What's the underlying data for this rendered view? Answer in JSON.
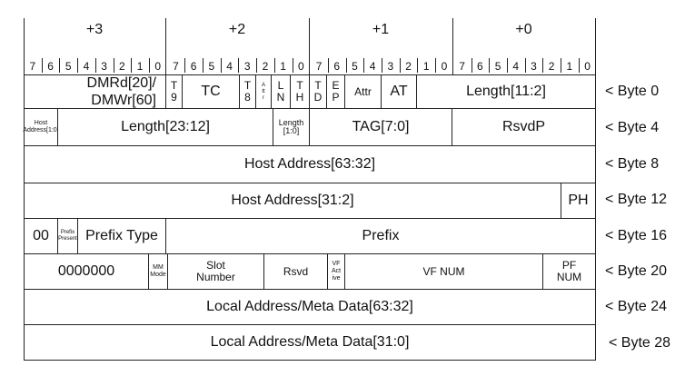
{
  "header": {
    "byte_groups": [
      "+3",
      "+2",
      "+1",
      "+0"
    ],
    "bits": [
      "7",
      "6",
      "5",
      "4",
      "3",
      "2",
      "1",
      "0"
    ]
  },
  "rows": {
    "r0": {
      "dmrd_line1": "DMRd[20]/",
      "dmrd_line2": "DMWr[60]",
      "t9_top": "T",
      "t9_bot": "9",
      "tc": "TC",
      "t8_top": "T",
      "t8_bot": "8",
      "attr_small": [
        "A",
        "tt",
        "r"
      ],
      "ln_top": "L",
      "ln_bot": "N",
      "th_top": "T",
      "th_bot": "H",
      "td_top": "T",
      "td_bot": "D",
      "ep_top": "E",
      "ep_bot": "P",
      "attr": "Attr",
      "at": "AT",
      "length": "Length[11:2]"
    },
    "r1": {
      "host_addr_small_1": "Host",
      "host_addr_small_2": "Address[1:0]",
      "length": "Length[23:12]",
      "length10_1": "Length",
      "length10_2": "[1:0]",
      "tag": "TAG[7:0]",
      "rsvdp": "RsvdP"
    },
    "r2": {
      "host_addr_hi": "Host Address[63:32]"
    },
    "r3": {
      "host_addr_lo": "Host Address[31:2]",
      "ph": "PH"
    },
    "r4": {
      "zeros": "00",
      "prefix_present_1": "Prefix",
      "prefix_present_2": "Present",
      "prefix_type": "Prefix Type",
      "prefix": "Prefix"
    },
    "r5": {
      "zeros": "0000000",
      "mm_mode_1": "MM",
      "mm_mode_2": "Mode",
      "slot_1": "Slot",
      "slot_2": "Number",
      "rsvd": "Rsvd",
      "vf_active_1": "VF",
      "vf_active_2": "Act",
      "vf_active_3": "ive",
      "vf_num": "VF NUM",
      "pf_num_1": "PF",
      "pf_num_2": "NUM"
    },
    "r6": {
      "local_hi": "Local Address/Meta Data[63:32]"
    },
    "r7": {
      "local_lo": "Local Address/Meta Data[31:0]"
    }
  },
  "byte_labels": [
    "< Byte 0",
    "< Byte 4",
    "< Byte 8",
    "< Byte 12",
    "< Byte 16",
    "< Byte 20",
    "< Byte 24",
    "< Byte 28"
  ]
}
